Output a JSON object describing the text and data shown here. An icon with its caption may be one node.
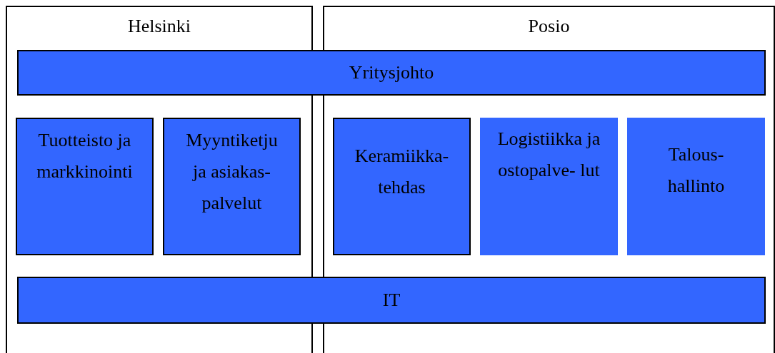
{
  "diagram": {
    "nodes": [
      {
        "text": [
          "Helsinki"
        ]
      },
      {
        "text": [
          "Posio"
        ]
      },
      {
        "text": [
          "Yritysjohto"
        ]
      },
      {
        "text": [
          "Tuotteisto ja markkinointi"
        ],
        "in": 0
      },
      {
        "text": [
          "Myyntiketju ja asiakas- palvelut"
        ],
        "in": 0
      },
      {
        "text": [
          "Keramiikka- tehdas"
        ],
        "in": 1
      },
      {
        "text": [
          "Logistiikka ja ostopalve- lut"
        ],
        "in": 1
      },
      {
        "text": [
          "Talous- hallinto"
        ],
        "in": 1
      },
      {
        "text": [
          "IT"
        ]
      }
    ],
    "edges": []
  }
}
